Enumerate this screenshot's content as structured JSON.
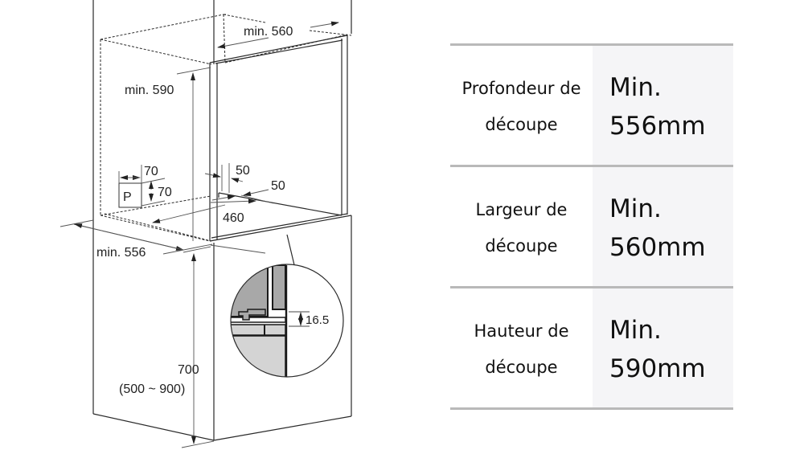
{
  "diagram": {
    "dimensions": {
      "width_top": "min. 560",
      "height": "min. 590",
      "depth": "min. 556",
      "socket_width": "70",
      "socket_height": "70",
      "socket_label": "P",
      "side_gap": "50",
      "rear_gap": "50",
      "rear_depth": "460",
      "base_height": "700",
      "base_height_range": "(500 ~ 900)",
      "detail_gap": "16.5"
    }
  },
  "table": {
    "rows": [
      {
        "label_line1": "Profondeur de",
        "label_line2": "découpe",
        "value_line1": "Min.",
        "value_line2": "556mm"
      },
      {
        "label_line1": "Largeur de",
        "label_line2": "découpe",
        "value_line1": "Min.",
        "value_line2": "560mm"
      },
      {
        "label_line1": "Hauteur de",
        "label_line2": "découpe",
        "value_line1": "Min.",
        "value_line2": "590mm"
      }
    ]
  },
  "colors": {
    "line": "#2a2a2a",
    "divider": "#b9b9b9",
    "value_cell_bg": "#f5f5f7",
    "detail_dark_gray": "#a8a8a8",
    "detail_light_gray": "#d4d4d4"
  }
}
